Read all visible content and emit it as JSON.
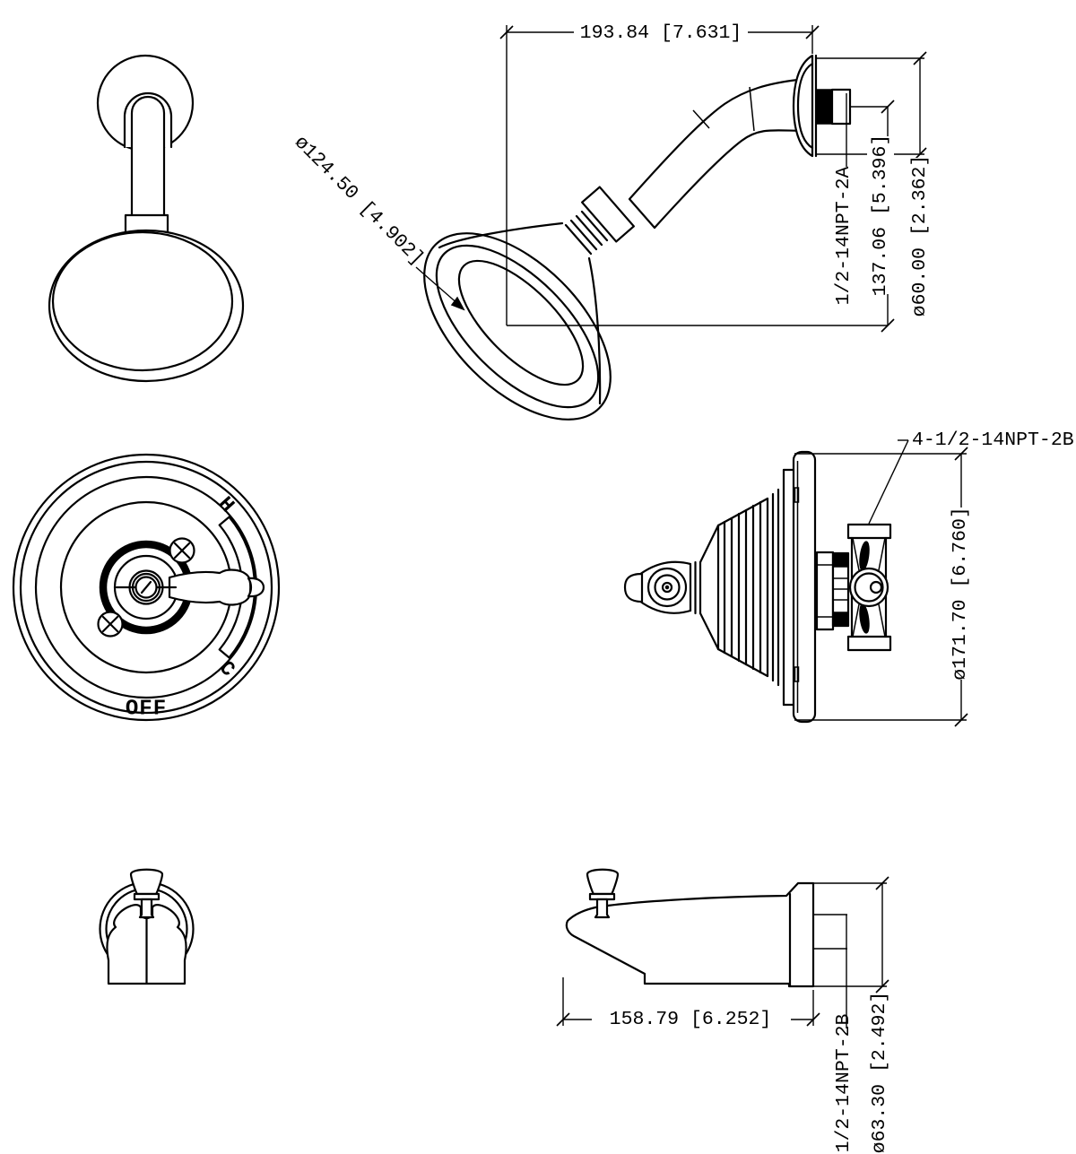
{
  "canvas": {
    "background": "#ffffff",
    "line_color": "#000000"
  },
  "views": {
    "showerhead_side": {
      "dim_arm_reach": "193.84 [7.631]",
      "dim_head_diameter": "ø124.50 [4.902]",
      "thread_label": "1/2-14NPT-2A",
      "dim_head_drop": "137.06 [5.396]",
      "dim_flange_diameter": "ø60.00 [2.362]"
    },
    "valve_front": {
      "hot_label": "H",
      "cold_label": "C",
      "off_label": "OFF"
    },
    "valve_side": {
      "thread_label": "4-1/2-14NPT-2B",
      "dim_escutcheon_diameter": "ø171.70 [6.760]"
    },
    "spout_side": {
      "dim_length": "158.79 [6.252]",
      "thread_label": "1/2-14NPT-2B",
      "dim_inlet_diameter": "ø63.30 [2.492]"
    }
  }
}
